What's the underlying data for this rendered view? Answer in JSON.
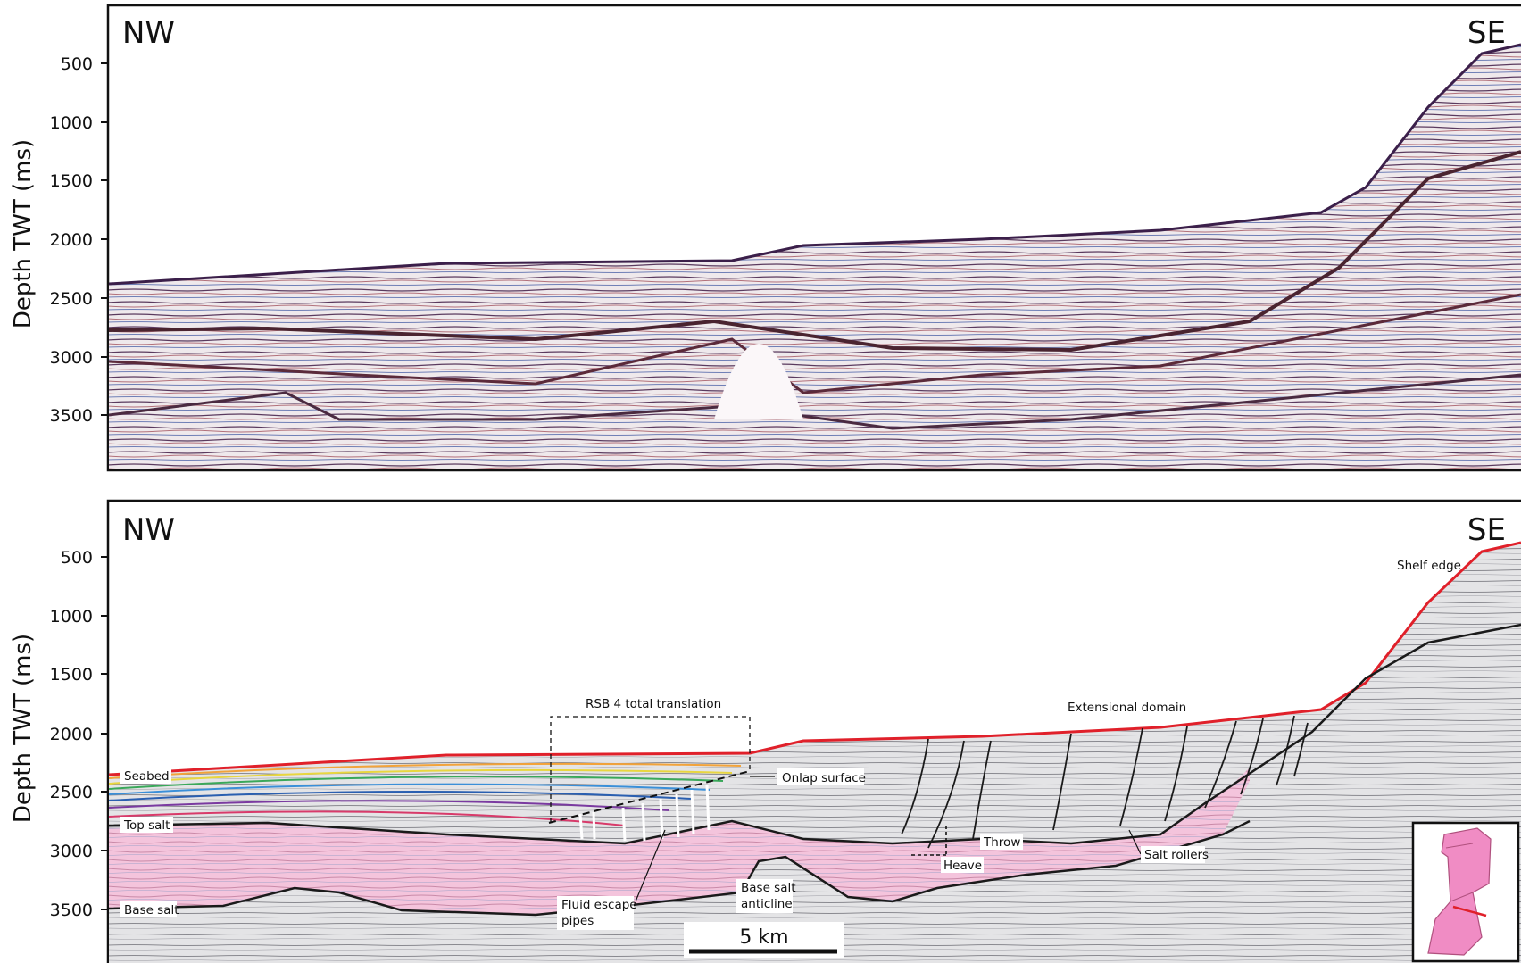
{
  "panels": [
    {
      "id": "uninterpreted",
      "left_label": "NW",
      "right_label": "SE",
      "ylabel": "Depth TWT (ms)",
      "yticks": [
        "500",
        "1000",
        "1500",
        "2000",
        "2500",
        "3000",
        "3500"
      ]
    },
    {
      "id": "interpreted",
      "left_label": "NW",
      "right_label": "SE",
      "ylabel": "Depth TWT (ms)",
      "yticks": [
        "500",
        "1000",
        "1500",
        "2000",
        "2500",
        "3000",
        "3500"
      ]
    }
  ],
  "annotations": {
    "seabed": "Seabed",
    "top_salt": "Top salt",
    "base_salt": "Base salt",
    "shelf_edge": "Shelf edge",
    "rsb4": "RSB 4 total translation",
    "extensional": "Extensional domain",
    "onlap": "Onlap surface",
    "throw": "Throw",
    "heave": "Heave",
    "salt_rollers": "Salt rollers",
    "fluid_1": "Fluid escape",
    "fluid_2": "pipes",
    "anticline_1": "Base salt",
    "anticline_2": "anticline"
  },
  "scale_bar": {
    "label": "5 km"
  },
  "colors": {
    "salt": "#f2bcd8",
    "seabed_line": "#e0202a",
    "horizon": "#1a1a1a",
    "inset_fill": "#f08cc4",
    "inset_line": "#e0202a"
  }
}
